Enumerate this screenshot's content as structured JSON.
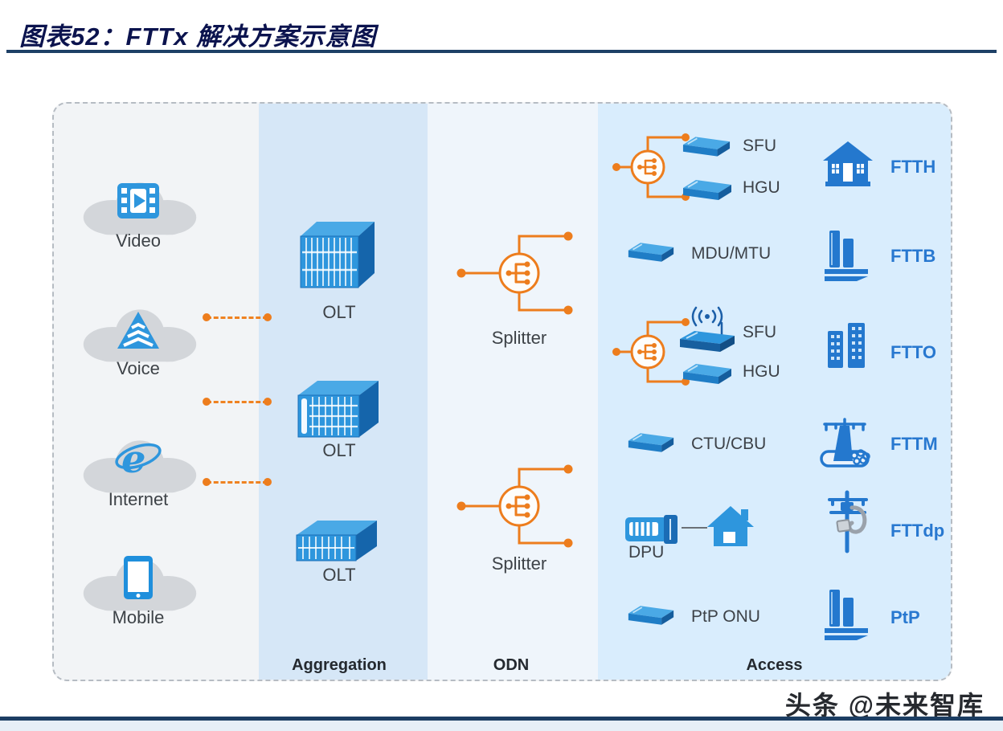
{
  "header": {
    "title": "图表52：FTTx 解决方案示意图"
  },
  "services": {
    "items": [
      {
        "label": "Video",
        "icon": "video-film-icon"
      },
      {
        "label": "Voice",
        "icon": "voice-pyramid-icon"
      },
      {
        "label": "Internet",
        "icon": "internet-explorer-icon"
      },
      {
        "label": "Mobile",
        "icon": "mobile-phone-icon"
      }
    ]
  },
  "aggregation": {
    "column_label": "Aggregation",
    "olt_labels": [
      "OLT",
      "OLT",
      "OLT"
    ]
  },
  "odn": {
    "column_label": "ODN",
    "splitter_labels": [
      "Splitter",
      "Splitter"
    ]
  },
  "access": {
    "column_label": "Access",
    "group1": {
      "sfu": "SFU",
      "hgu": "HGU"
    },
    "mdu_mtu": "MDU/MTU",
    "group2": {
      "sfu": "SFU",
      "hgu": "HGU"
    },
    "ctu_cbu": "CTU/CBU",
    "dpu": "DPU",
    "ptp_onu": "PtP ONU"
  },
  "fttx": {
    "items": [
      {
        "label": "FTTH",
        "icon": "house-icon"
      },
      {
        "label": "FTTB",
        "icon": "building-base-icon"
      },
      {
        "label": "FTTO",
        "icon": "office-towers-icon"
      },
      {
        "label": "FTTM",
        "icon": "antenna-tower-icon"
      },
      {
        "label": "FTTdp",
        "icon": "distribution-point-icon"
      },
      {
        "label": "PtP",
        "icon": "building-base-icon"
      }
    ]
  },
  "footer": {
    "watermark": "头条 @未来智库"
  },
  "colors": {
    "title_navy": "#0b134e",
    "rule_navy": "#1e4066",
    "accent_orange": "#ed7d1d",
    "device_blue": "#2e96dd",
    "device_blue_dark": "#1565ab",
    "fttx_blue": "#2878d0",
    "label_gray": "#3d4247",
    "aggregation_band": "#d6e7f7",
    "odn_band": "#eff5fb",
    "access_band": "#d9edfd",
    "cloud_gray": "#d3d6da"
  }
}
